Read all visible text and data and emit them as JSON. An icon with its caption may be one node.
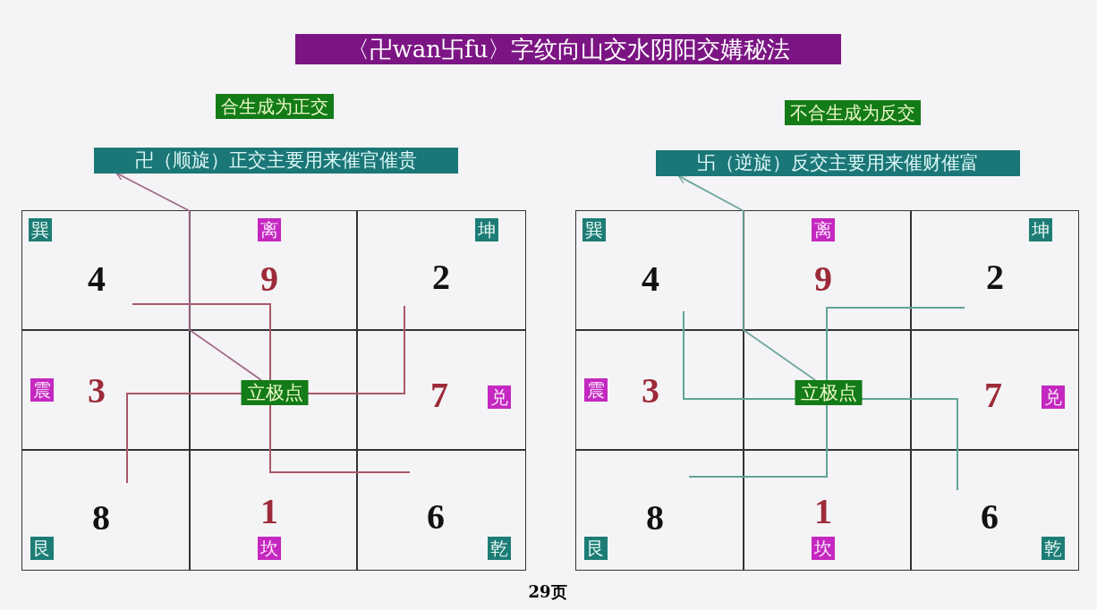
{
  "diagram": {
    "title": "〈卍wan卐fu〉字纹向山交水阴阳交媾秘法",
    "nodes": [
      {
        "text": [
          "合生成为正交"
        ]
      },
      {
        "text": [
          "卍（顺旋）正交主要用来催官催贵"
        ]
      },
      {
        "text": [
          "巽",
          "4"
        ]
      },
      {
        "text": [
          "离",
          "9"
        ]
      },
      {
        "text": [
          "坤",
          "2"
        ]
      },
      {
        "text": [
          "震",
          "3"
        ]
      },
      {
        "text": [],
        "shape": "box"
      },
      {
        "text": [
          "7",
          "兑"
        ]
      },
      {
        "text": [
          "8",
          "艮"
        ]
      },
      {
        "text": [
          "1",
          "坎"
        ]
      },
      {
        "text": [
          "6",
          "乾"
        ]
      },
      {
        "text": [
          "立极点"
        ],
        "in": 6
      },
      {
        "text": [
          "不合生成为反交"
        ]
      },
      {
        "text": [
          "卐（逆旋）反交主要用来催财催富"
        ]
      },
      {
        "text": [
          "巽",
          "4"
        ]
      },
      {
        "text": [
          "离",
          "9"
        ]
      },
      {
        "text": [
          "坤",
          "2"
        ]
      },
      {
        "text": [
          "震",
          "3"
        ]
      },
      {
        "text": [],
        "shape": "box"
      },
      {
        "text": [
          "7",
          "兑"
        ]
      },
      {
        "text": [
          "8",
          "艮"
        ]
      },
      {
        "text": [
          "1",
          "坎"
        ]
      },
      {
        "text": [
          "6",
          "乾"
        ]
      },
      {
        "text": [
          "立极点"
        ],
        "in": 18
      }
    ],
    "edges": [
      {
        "from": 11,
        "to": 1,
        "arrow": "to",
        "color": "#a06a88"
      },
      {
        "from": 23,
        "to": 13,
        "arrow": "to",
        "color": "#6fa89c"
      }
    ],
    "labels": [
      "29页"
    ]
  }
}
